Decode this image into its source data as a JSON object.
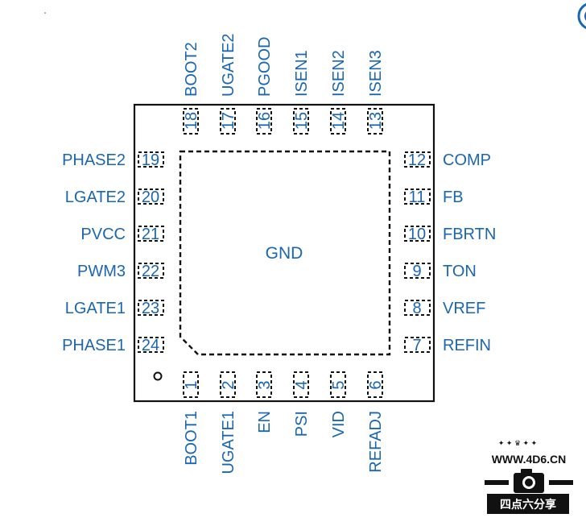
{
  "center_label": "GND",
  "pins": {
    "bottom": [
      {
        "num": "1",
        "name": "BOOT1"
      },
      {
        "num": "2",
        "name": "UGATE1"
      },
      {
        "num": "3",
        "name": "EN"
      },
      {
        "num": "4",
        "name": "PSI"
      },
      {
        "num": "5",
        "name": "VID"
      },
      {
        "num": "6",
        "name": "REFADJ"
      }
    ],
    "right": [
      {
        "num": "12",
        "name": "COMP"
      },
      {
        "num": "11",
        "name": "FB"
      },
      {
        "num": "10",
        "name": "FBRTN"
      },
      {
        "num": "9",
        "name": "TON"
      },
      {
        "num": "8",
        "name": "VREF"
      },
      {
        "num": "7",
        "name": "REFIN"
      }
    ],
    "top": [
      {
        "num": "18",
        "name": "BOOT2"
      },
      {
        "num": "17",
        "name": "UGATE2"
      },
      {
        "num": "16",
        "name": "PGOOD"
      },
      {
        "num": "15",
        "name": "ISEN1"
      },
      {
        "num": "14",
        "name": "ISEN2"
      },
      {
        "num": "13",
        "name": "ISEN3"
      }
    ],
    "left": [
      {
        "num": "19",
        "name": "PHASE2"
      },
      {
        "num": "20",
        "name": "LGATE2"
      },
      {
        "num": "21",
        "name": "PVCC"
      },
      {
        "num": "22",
        "name": "PWM3"
      },
      {
        "num": "23",
        "name": "LGATE1"
      },
      {
        "num": "24",
        "name": "PHASE1"
      }
    ]
  },
  "watermark": {
    "url": "WWW.4D6.CN",
    "caption": "四点六分享"
  },
  "colors": {
    "label": "#1a66b0",
    "outline": "#111111",
    "watermark": "#111111"
  }
}
